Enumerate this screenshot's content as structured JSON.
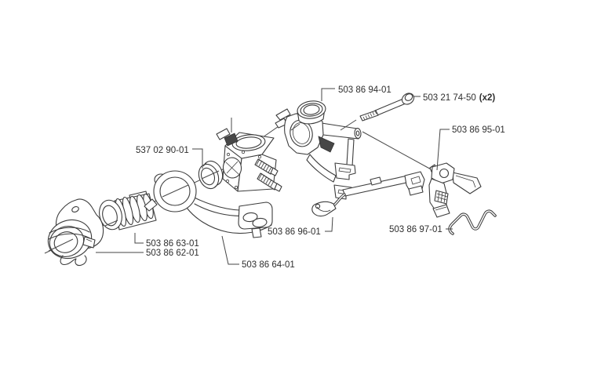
{
  "diagram": {
    "kind": "exploded-parts-diagram",
    "background_color": "#ffffff",
    "line_color": "#3c3c3c",
    "text_color": "#2e2e2e",
    "callouts": [
      {
        "part_number": "537 02 90-01"
      },
      {
        "part_number": "503 86 94-01"
      },
      {
        "part_number": "503 21 74-50",
        "quantity": "(x2)"
      },
      {
        "part_number": "503 86 95-01"
      },
      {
        "part_number": "503 86 63-01"
      },
      {
        "part_number": "503 86 62-01"
      },
      {
        "part_number": "503 86 64-01"
      },
      {
        "part_number": "503 86 96-01"
      },
      {
        "part_number": "503 86 97-01"
      }
    ]
  }
}
